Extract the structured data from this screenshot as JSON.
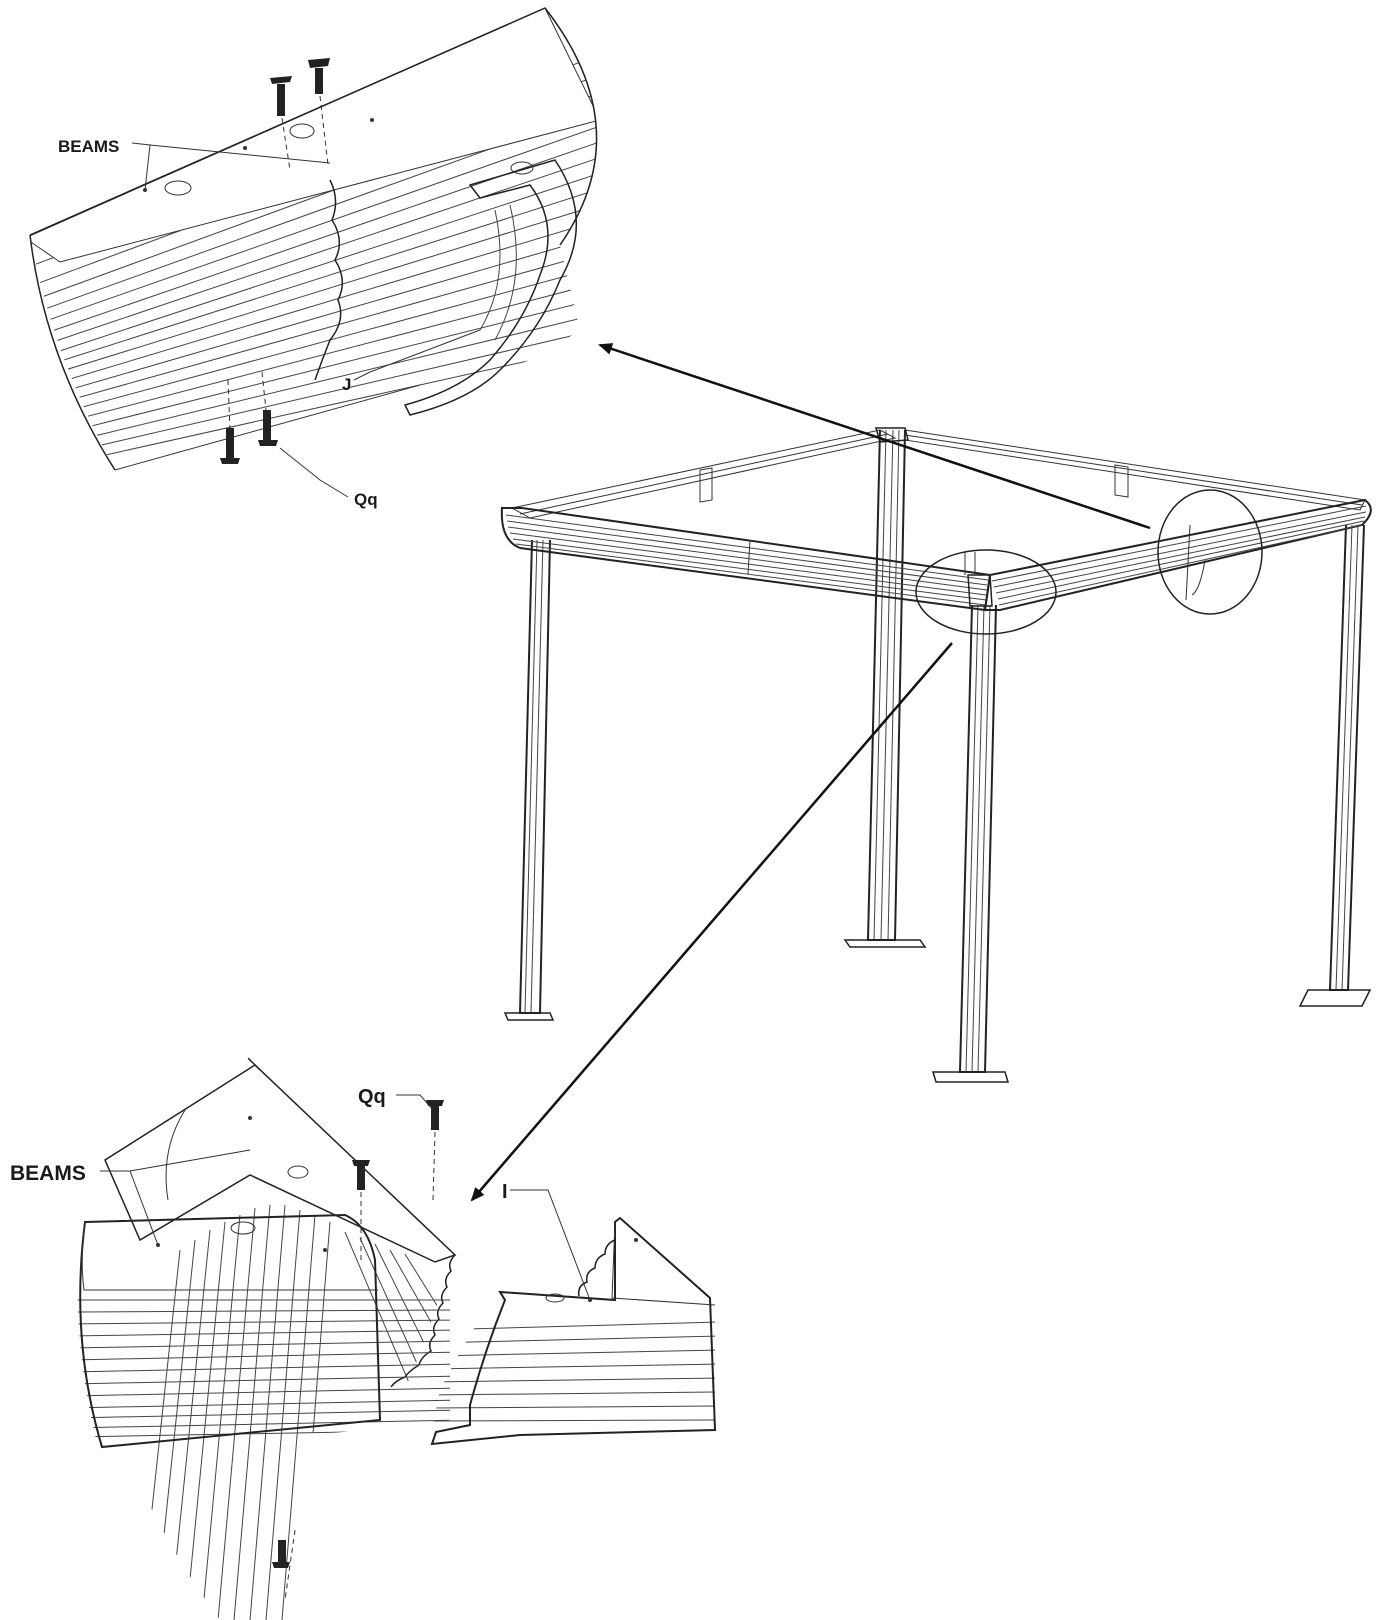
{
  "labels": {
    "beams_top": "BEAMS",
    "j": "J",
    "qq_top": "Qq",
    "qq_bottom": "Qq",
    "beams_bottom": "BEAMS",
    "i": "I"
  },
  "icons": [
    "screw-icon",
    "arrow-icon",
    "detail-circle-icon"
  ]
}
